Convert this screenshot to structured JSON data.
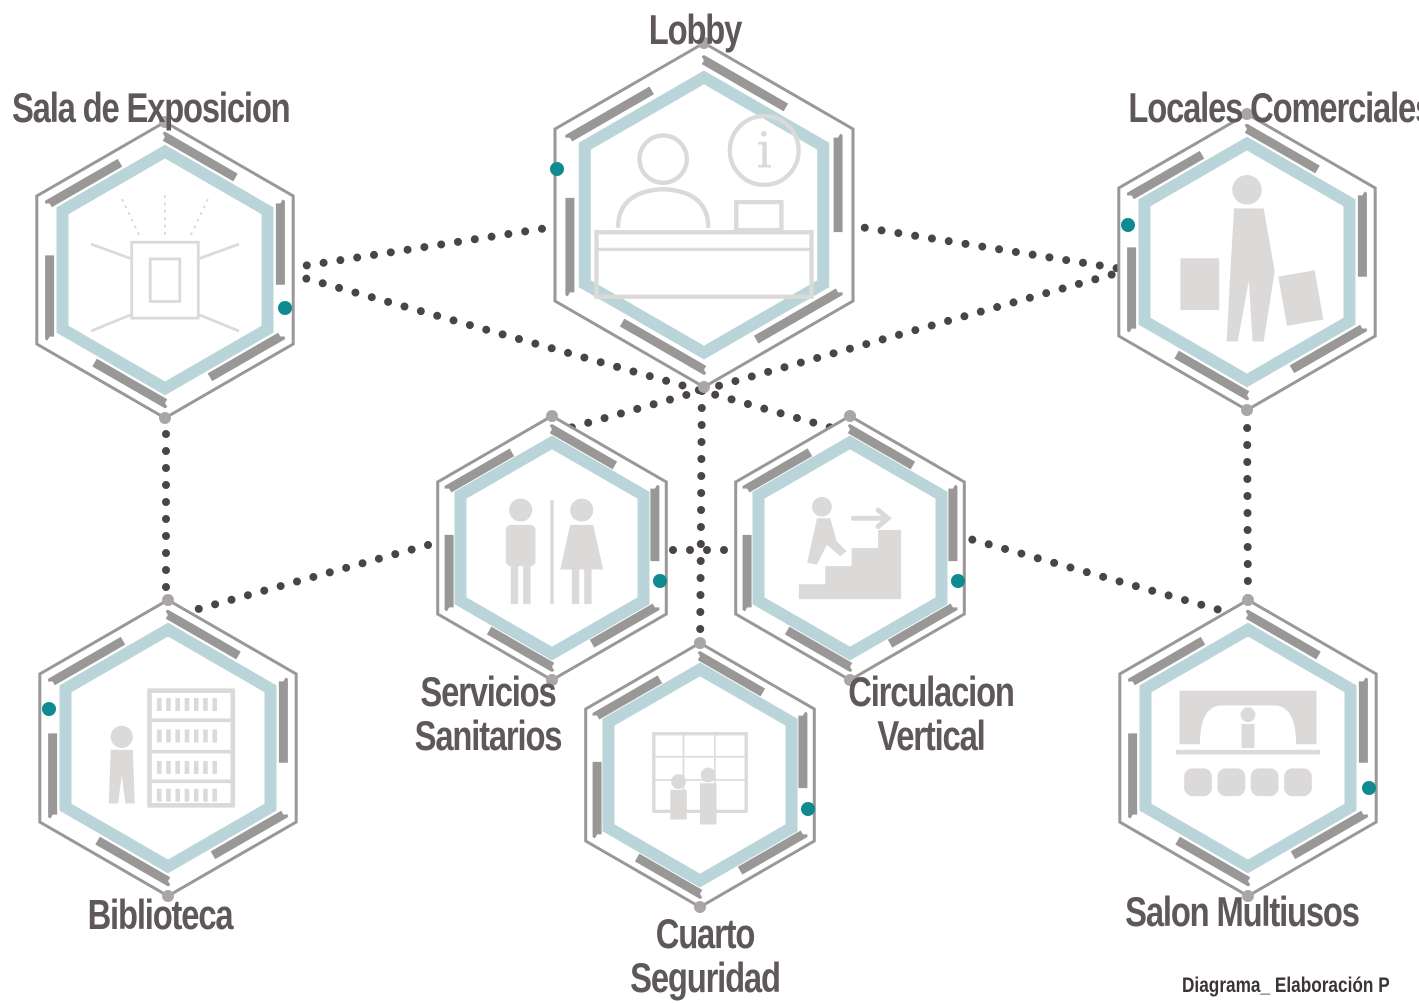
{
  "diagram": {
    "nodes": [
      {
        "id": "lobby",
        "label": "Lobby",
        "icon": "reception-desk-icon"
      },
      {
        "id": "sala",
        "label": "Sala de Exposicion",
        "icon": "exhibition-room-icon"
      },
      {
        "id": "locales",
        "label": "Locales Comerciales",
        "icon": "shopper-bags-icon"
      },
      {
        "id": "servicios",
        "label_lines": [
          "Servicios",
          "Sanitarios"
        ],
        "icon": "restroom-icon"
      },
      {
        "id": "circulacion",
        "label_lines": [
          "Circulacion",
          "Vertical"
        ],
        "icon": "stairs-icon"
      },
      {
        "id": "biblioteca",
        "label": "Biblioteca",
        "icon": "library-icon"
      },
      {
        "id": "cuarto",
        "label_lines": [
          "Cuarto",
          "Seguridad"
        ],
        "icon": "security-monitors-icon"
      },
      {
        "id": "salon",
        "label": "Salon Multiusos",
        "icon": "stage-theater-icon"
      }
    ],
    "connections": [
      [
        "sala",
        "lobby"
      ],
      [
        "lobby",
        "locales"
      ],
      [
        "sala",
        "circulacion"
      ],
      [
        "locales",
        "servicios"
      ],
      [
        "lobby",
        "cuarto"
      ],
      [
        "sala",
        "biblioteca"
      ],
      [
        "biblioteca",
        "servicios"
      ],
      [
        "servicios",
        "circulacion"
      ],
      [
        "circulacion",
        "salon"
      ],
      [
        "locales",
        "salon"
      ]
    ]
  },
  "caption": "Diagrama_ Elaboración P",
  "colors": {
    "label": "#5f5858",
    "hex_outer": "#9a9797",
    "hex_inner": "#b9d5d9",
    "icon": "#dcd9d9",
    "connector": "#4a4444",
    "accent_dot": "#0f8a91"
  }
}
